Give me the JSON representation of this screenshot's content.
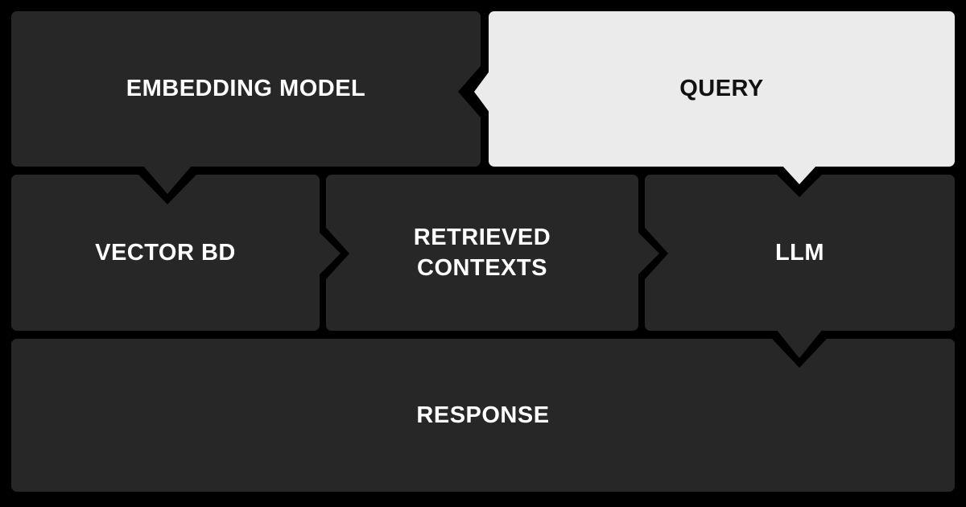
{
  "theme": {
    "background": "#000000",
    "dark_box": "#272727",
    "light_box": "#ebebeb",
    "text_on_dark": "#ffffff",
    "text_on_light": "#111111"
  },
  "diagram": {
    "nodes": {
      "embedding_model": {
        "label": "EMBEDDING MODEL",
        "style": "dark"
      },
      "query": {
        "label": "QUERY",
        "style": "light"
      },
      "vector_db": {
        "label": "VECTOR BD",
        "style": "dark"
      },
      "retrieved_contexts": {
        "label": "RETRIEVED CONTEXTS",
        "style": "dark"
      },
      "llm": {
        "label": "LLM",
        "style": "dark"
      },
      "response": {
        "label": "RESPONSE",
        "style": "dark"
      }
    },
    "connections": [
      {
        "from": "query",
        "to": "embedding_model",
        "direction": "left"
      },
      {
        "from": "embedding_model",
        "to": "vector_db",
        "direction": "down"
      },
      {
        "from": "query",
        "to": "llm",
        "direction": "down"
      },
      {
        "from": "vector_db",
        "to": "retrieved_contexts",
        "direction": "right"
      },
      {
        "from": "retrieved_contexts",
        "to": "llm",
        "direction": "right"
      },
      {
        "from": "llm",
        "to": "response",
        "direction": "down"
      }
    ]
  }
}
